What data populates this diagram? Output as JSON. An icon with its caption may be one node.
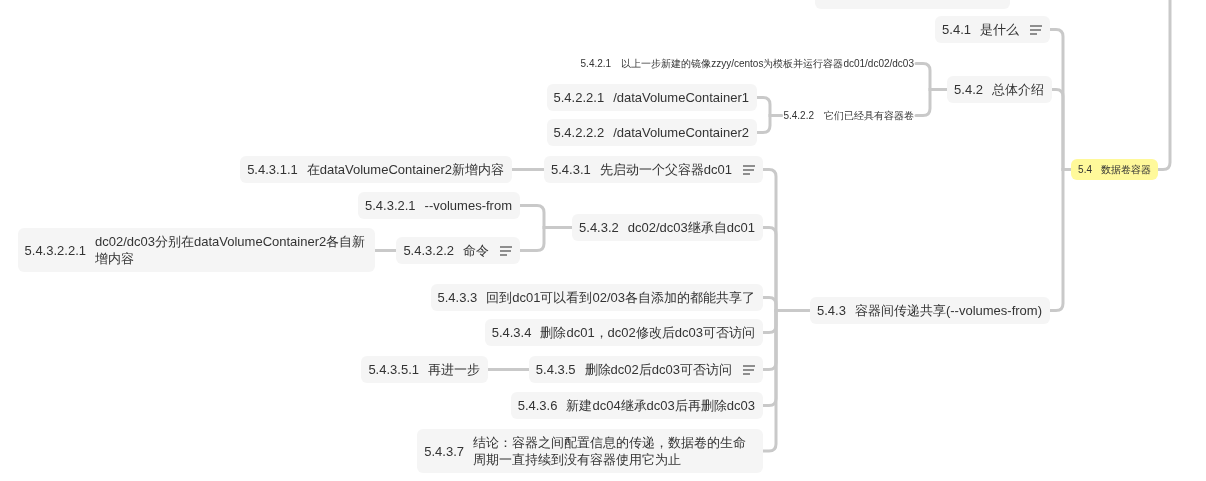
{
  "diagram": {
    "nodes": [
      {
        "text": [],
        "shape": "box"
      },
      {
        "text": [
          "5.4",
          "数据卷容器"
        ]
      },
      {
        "text": [
          "5.4.1",
          "是什么"
        ]
      },
      {
        "text": [
          "5.4.2",
          "总体介绍"
        ]
      },
      {
        "text": [
          "5.4.2.1",
          "以上一步新建的镜像zzyy/centos为模板并运行容器dc01/dc02/dc03"
        ]
      },
      {
        "text": [
          "5.4.2.2",
          "它们已经具有容器卷"
        ]
      },
      {
        "text": [
          "5.4.2.2.1",
          "/dataVolumeContainer1"
        ]
      },
      {
        "text": [
          "5.4.2.2.2",
          "/dataVolumeContainer2"
        ]
      },
      {
        "text": [
          "5.4.3",
          "容器间传递共享(--volumes-from)"
        ]
      },
      {
        "text": [
          "5.4.3.1",
          "先启动一个父容器dc01"
        ]
      },
      {
        "text": [
          "5.4.3.1.1",
          "在dataVolumeContainer2新增内容"
        ]
      },
      {
        "text": [
          "5.4.3.2",
          "dc02/dc03继承自dc01"
        ]
      },
      {
        "text": [
          "5.4.3.2.1",
          "--volumes-from"
        ]
      },
      {
        "text": [
          "5.4.3.2.2",
          "命令"
        ]
      },
      {
        "text": [
          "5.4.3.2.2.1",
          "dc02/dc03分别在dataVolumeContainer2各自新增内容"
        ]
      },
      {
        "text": [
          "5.4.3.3",
          "回到dc01可以看到02/03各自添加的都能共享了"
        ]
      },
      {
        "text": [
          "5.4.3.4",
          "删除dc01，dc02修改后dc03可否访问"
        ]
      },
      {
        "text": [
          "5.4.3.5",
          "删除dc02后dc03可否访问"
        ]
      },
      {
        "text": [
          "5.4.3.5.1",
          "再进一步"
        ]
      },
      {
        "text": [
          "5.4.3.6",
          "新建dc04继承dc03后再删除dc03"
        ]
      },
      {
        "text": [
          "5.4.3.7",
          "结论：容器之间配置信息的传递，数据卷的生命周期一直持续到没有容器使用它为止"
        ]
      }
    ],
    "edges": [
      {
        "from": null,
        "to": 1,
        "arrow": "none"
      },
      {
        "from": 1,
        "to": 2,
        "arrow": "none"
      },
      {
        "from": 1,
        "to": 3,
        "arrow": "none"
      },
      {
        "from": 1,
        "to": 8,
        "arrow": "none"
      },
      {
        "from": 3,
        "to": 4,
        "arrow": "none"
      },
      {
        "from": 3,
        "to": 5,
        "arrow": "none"
      },
      {
        "from": 5,
        "to": 6,
        "arrow": "none"
      },
      {
        "from": 5,
        "to": 7,
        "arrow": "none"
      },
      {
        "from": 8,
        "to": 9,
        "arrow": "none"
      },
      {
        "from": 9,
        "to": 10,
        "arrow": "none"
      },
      {
        "from": 8,
        "to": 11,
        "arrow": "none"
      },
      {
        "from": 11,
        "to": 12,
        "arrow": "none"
      },
      {
        "from": 11,
        "to": 13,
        "arrow": "none"
      },
      {
        "from": 13,
        "to": 14,
        "arrow": "none"
      },
      {
        "from": 8,
        "to": 15,
        "arrow": "none"
      },
      {
        "from": 8,
        "to": 16,
        "arrow": "none"
      },
      {
        "from": 8,
        "to": 17,
        "arrow": "none"
      },
      {
        "from": 17,
        "to": 18,
        "arrow": "none"
      },
      {
        "from": 8,
        "to": 19,
        "arrow": "none"
      },
      {
        "from": 8,
        "to": 20,
        "arrow": "none"
      }
    ]
  }
}
